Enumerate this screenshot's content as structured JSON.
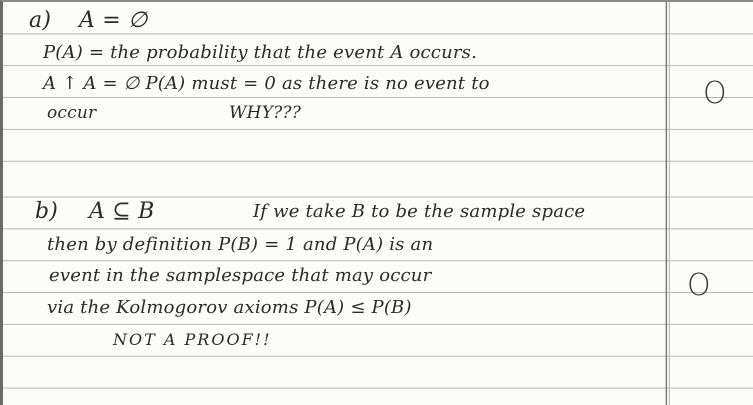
{
  "answer_a": {
    "label": "a)",
    "line1": "A = ∅",
    "line2": "P(A) = the probability that the event A occurs.",
    "line3": "A ↑ A = ∅   P(A) must = 0   as there is no event to",
    "line4_a": "occur",
    "line4_b": "WHY???",
    "mark": "O"
  },
  "answer_b": {
    "label": "b)",
    "line1_a": "A ⊆ B",
    "line1_b": "If we take B to be the sample space",
    "line2": "then by definition   P(B) = 1   and  P(A) is an",
    "line3": "event in the samplespace that may occur",
    "line4": "via the Kolmogorov axioms   P(A) ≤ P(B)",
    "line5": "NOT  A  PROOF!!",
    "mark": "O"
  }
}
